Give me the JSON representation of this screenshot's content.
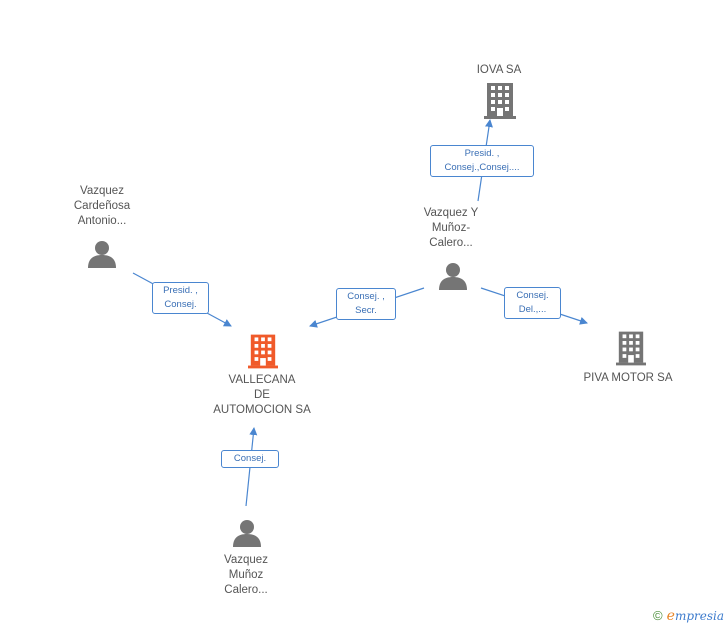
{
  "colors": {
    "edge": "#4a86d0",
    "company_main": "#f05a2a",
    "company_other": "#757575",
    "person": "#757575"
  },
  "nodes": {
    "iova": {
      "label_lines": [
        "IOVA SA"
      ],
      "icon": "building-icon"
    },
    "vallecana": {
      "label_lines": [
        "VALLECANA",
        "DE",
        "AUTOMOCION SA"
      ],
      "icon": "building-icon"
    },
    "piva": {
      "label_lines": [
        "PIVA MOTOR SA"
      ],
      "icon": "building-icon"
    },
    "vazquez_cardenosa": {
      "label_lines": [
        "Vazquez",
        "Cardeñosa",
        "Antonio..."
      ],
      "icon": "person-icon"
    },
    "vazquez_y_munoz": {
      "label_lines": [
        "Vazquez Y",
        "Muñoz-",
        "Calero..."
      ],
      "icon": "person-icon"
    },
    "vazquez_munoz": {
      "label_lines": [
        "Vazquez",
        "Muñoz",
        "Calero..."
      ],
      "icon": "person-icon"
    }
  },
  "roles": {
    "r1": [
      "Presid. ,",
      "Consej.,Consej...."
    ],
    "r2": [
      "Presid. ,",
      "Consej."
    ],
    "r3": [
      "Consej. ,",
      "Secr."
    ],
    "r4": [
      "Consej.",
      "Del.,..."
    ],
    "r5": [
      "Consej."
    ]
  },
  "watermark": {
    "copyright": "©",
    "brand_initial": "e",
    "brand_rest": "mpresia"
  }
}
